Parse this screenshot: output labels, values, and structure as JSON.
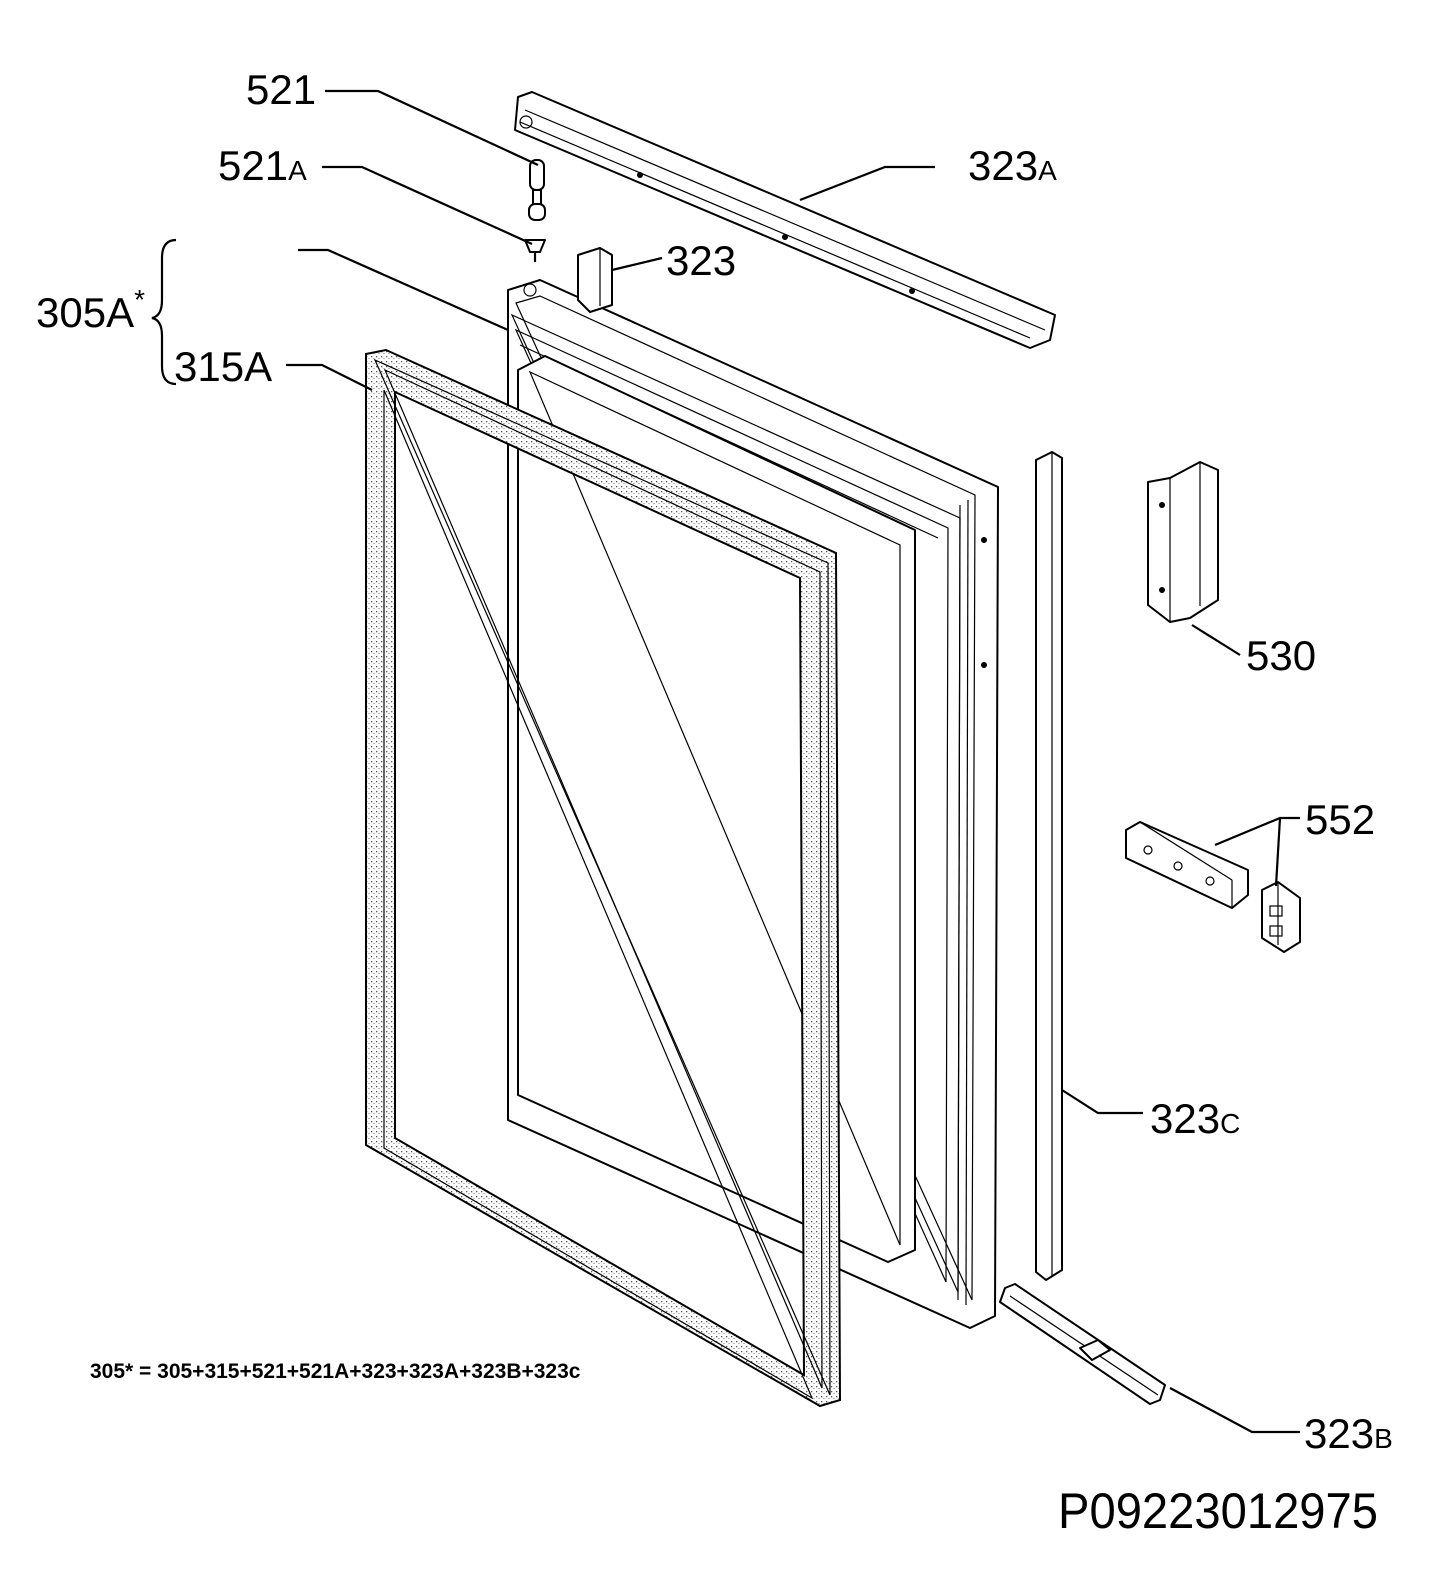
{
  "labels": {
    "p521": "521",
    "p521a": "521",
    "p521a_suffix": "A",
    "p323a": "323",
    "p323a_suffix": "A",
    "p323": "323",
    "p305a": "305A",
    "p305a_mark": "*",
    "p315a": "315A",
    "p530": "530",
    "p552": "552",
    "p323c": "323",
    "p323c_suffix": "C",
    "p323b": "323",
    "p323b_suffix": "B"
  },
  "footnote": "305* = 305+315+521+521A+323+323A+323B+323c",
  "drawing_code": "P09223012975"
}
